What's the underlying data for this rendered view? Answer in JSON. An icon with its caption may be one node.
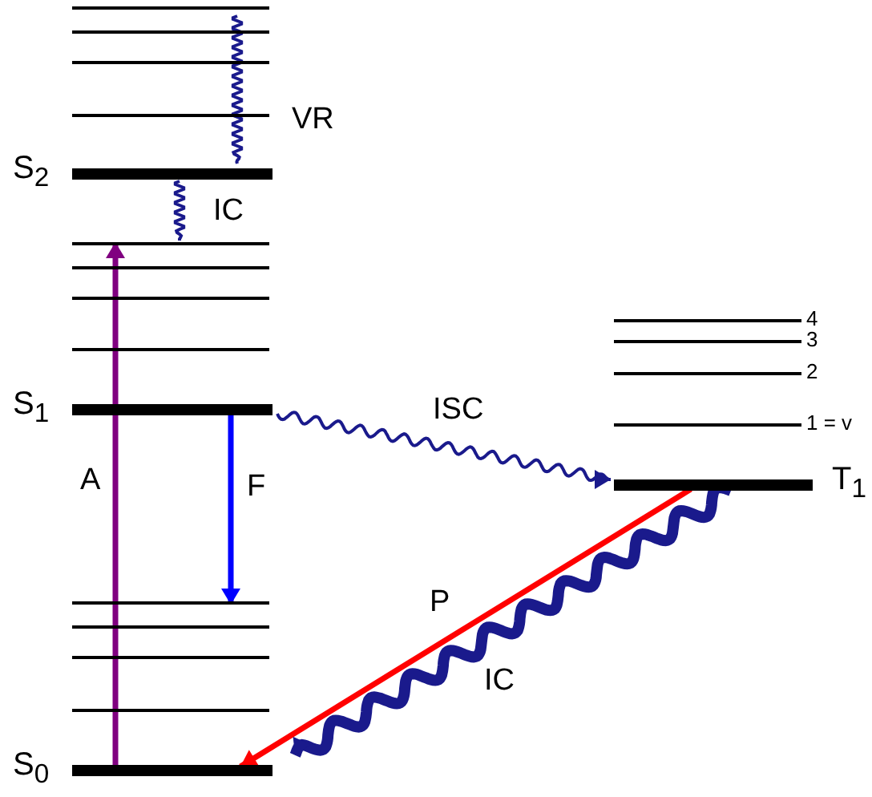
{
  "diagram": {
    "nodes": [
      {
        "text": [],
        "shape": "bar"
      },
      {
        "text": [],
        "shape": "bar"
      },
      {
        "text": [],
        "shape": "bar"
      },
      {
        "text": [],
        "shape": "bar"
      },
      {
        "text": [
          "S$_{2}$"
        ]
      },
      {
        "text": [],
        "shape": "bar"
      },
      {
        "text": [],
        "shape": "bar"
      },
      {
        "text": [],
        "shape": "bar"
      },
      {
        "text": [],
        "shape": "bar"
      },
      {
        "text": [
          "S$_{1}$"
        ]
      },
      {
        "text": [],
        "shape": "bar",
        "beside": [
          "4"
        ]
      },
      {
        "text": [],
        "shape": "bar",
        "beside": [
          "3"
        ]
      },
      {
        "text": [],
        "shape": "bar",
        "beside": [
          "2"
        ]
      },
      {
        "text": [],
        "shape": "bar",
        "beside": [
          "1 = v"
        ]
      },
      {
        "text": [
          "T$_{1}$"
        ]
      },
      {
        "text": [],
        "shape": "bar"
      },
      {
        "text": [],
        "shape": "bar"
      },
      {
        "text": [],
        "shape": "bar"
      },
      {
        "text": [],
        "shape": "bar"
      },
      {
        "text": [
          "S$_{0}$"
        ]
      }
    ],
    "edges": [
      {
        "from": 0,
        "to": 4,
        "arrow": "none",
        "label": "VR",
        "color": "#1a1a8c"
      },
      {
        "from": 4,
        "to": 5,
        "arrow": "none",
        "label": "IC",
        "color": "#1a1a8c"
      },
      {
        "from": 19,
        "to": 5,
        "arrow": "to",
        "label": "A",
        "color": "#800080"
      },
      {
        "from": 9,
        "to": 15,
        "arrow": "to",
        "label": "F",
        "color": "#0000ff"
      },
      {
        "from": 9,
        "to": 14,
        "arrow": "to",
        "label": "ISC",
        "color": "#1a1a8c"
      },
      {
        "from": 14,
        "to": 19,
        "arrow": "to",
        "label": "P",
        "color": "#ff0000"
      },
      {
        "from": 14,
        "to": 19,
        "arrow": "to",
        "label": "IC",
        "color": "#1a1a8c",
        "style": "thick"
      }
    ]
  }
}
